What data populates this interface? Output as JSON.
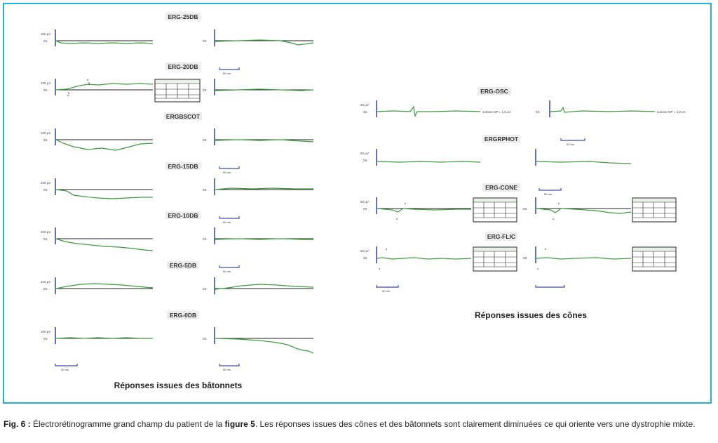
{
  "rods": {
    "group_label": "Réponses issues des bâtonnets",
    "amp_label": "100 µV",
    "zero_label": "0S",
    "scale_label": "50 ms",
    "panels": [
      {
        "title": "ERG-25DB"
      },
      {
        "title": "ERG-20DB",
        "markers": [
          "b",
          "a"
        ]
      },
      {
        "title": "ERGBSCOT"
      },
      {
        "title": "ERG-15DB"
      },
      {
        "title": "ERG-10DB"
      },
      {
        "title": "ERG-5DB"
      },
      {
        "title": "ERG-0DB"
      }
    ]
  },
  "cones": {
    "group_label": "Réponses issues des cônes",
    "panels": [
      {
        "title": "ERG-OSC",
        "amp_label": "20 µV",
        "zero_label": "0S",
        "scale_label": "50 ms",
        "notes": [
          "somme OP = 1,5 uV",
          "somme OP = 3,0 uV"
        ]
      },
      {
        "title": "ERGRPHOT",
        "amp_label": "50 µV",
        "zero_label": "0S",
        "scale_label": "50 ms"
      },
      {
        "title": "ERG-CONE",
        "amp_label": "50 µV",
        "zero_label": "0S",
        "markers": [
          "b",
          "a"
        ]
      },
      {
        "title": "ERG-FLIC",
        "amp_label": "50 µV",
        "zero_label": "0S",
        "scale_label": "50 ms",
        "markers": [
          "b",
          "a"
        ]
      }
    ]
  },
  "caption": {
    "fig_label": "Fig. 6 :",
    "text_1": " Électrorétinogramme grand champ du patient de la ",
    "ref": "figure 5",
    "text_2": ". Les réponses issues des cônes et des bâtonnets sont clairement diminuées ce qui oriente vers une dystrophie mixte."
  },
  "colors": {
    "frame": "#22b1e6",
    "trace": "#3d9a3d",
    "axis": "#3a4fa8"
  }
}
